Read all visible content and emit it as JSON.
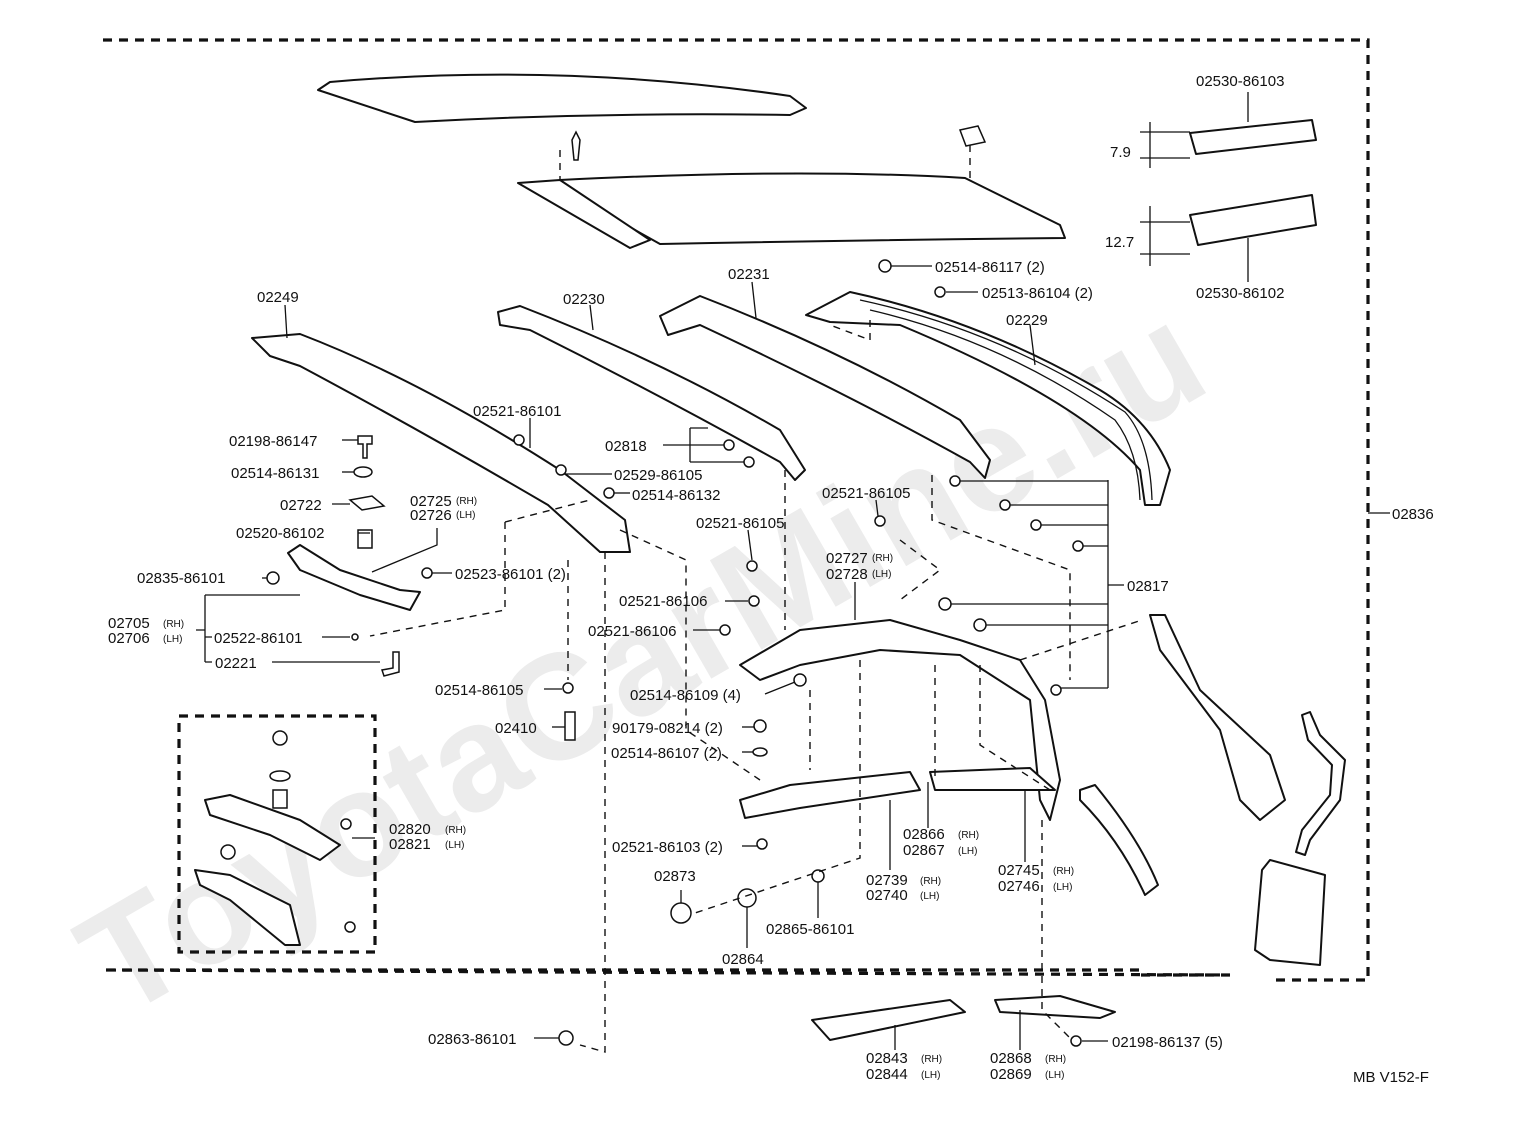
{
  "watermark": "ToyotaCarMine.ru",
  "code": "MB V152-F",
  "labels": {
    "p02836": "02836",
    "p0253086103": "02530-86103",
    "p0253086102": "02530-86102",
    "dim79": "7.9",
    "dim127": "12.7",
    "p0251486117": "02514-86117 (2)",
    "p0251386104": "02513-86104 (2)",
    "p02229": "02229",
    "p02231": "02231",
    "p02230": "02230",
    "p02249": "02249",
    "p0252186101": "02521-86101",
    "p0219886147": "02198-86147",
    "p02818": "02818",
    "p0251486131": "02514-86131",
    "p0252986105": "02529-86105",
    "p02722": "02722",
    "p0251486132": "02514-86132",
    "p02725": "02725",
    "p02726": "02726",
    "p0252086102": "02520-86102",
    "p0252186105a": "02521-86105",
    "p0252186105b": "02521-86105",
    "p0283586101": "02835-86101",
    "p0252386101": "02523-86101 (2)",
    "p02727": "02727",
    "p02728": "02728",
    "p02705": "02705",
    "p02706": "02706",
    "p0252286101": "02522-86101",
    "p0252186106a": "02521-86106",
    "p0252186106b": "02521-86106",
    "p02817": "02817",
    "p02221": "02221",
    "p0251486105": "02514-86105",
    "p0251486109": "02514-86109 (4)",
    "p02410": "02410",
    "p9017908214": "90179-08214 (2)",
    "p0251486107": "02514-86107 (2)",
    "p02820": "02820",
    "p02821": "02821",
    "p02866": "02866",
    "p02867": "02867",
    "p0252186103": "02521-86103 (2)",
    "p02739": "02739",
    "p02740": "02740",
    "p02745": "02745",
    "p02746": "02746",
    "p02873": "02873",
    "p0286586101": "02865-86101",
    "p02864": "02864",
    "p0286386101": "02863-86101",
    "p02843": "02843",
    "p02844": "02844",
    "p02868": "02868",
    "p02869": "02869",
    "p0219886137": "02198-86137 (5)",
    "rh": "(RH)",
    "lh": "(LH)"
  }
}
